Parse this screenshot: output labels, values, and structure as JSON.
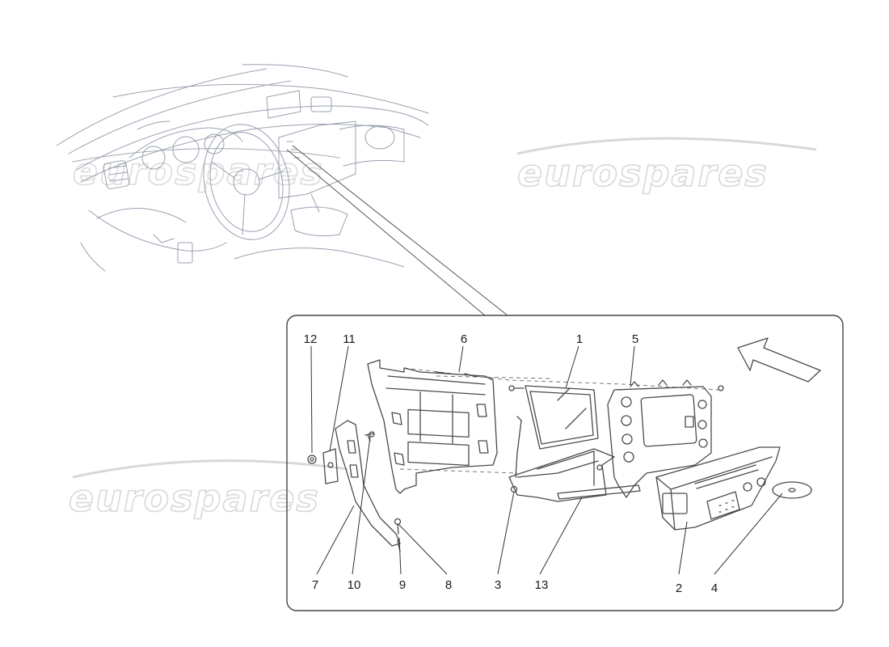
{
  "watermarks": [
    "eurospares",
    "eurospares",
    "eurospares"
  ],
  "callouts": {
    "c12": "12",
    "c11": "11",
    "c6": "6",
    "c1": "1",
    "c5": "5",
    "c7": "7",
    "c10": "10",
    "c9": "9",
    "c8": "8",
    "c3": "3",
    "c13": "13",
    "c2": "2",
    "c4": "4"
  }
}
